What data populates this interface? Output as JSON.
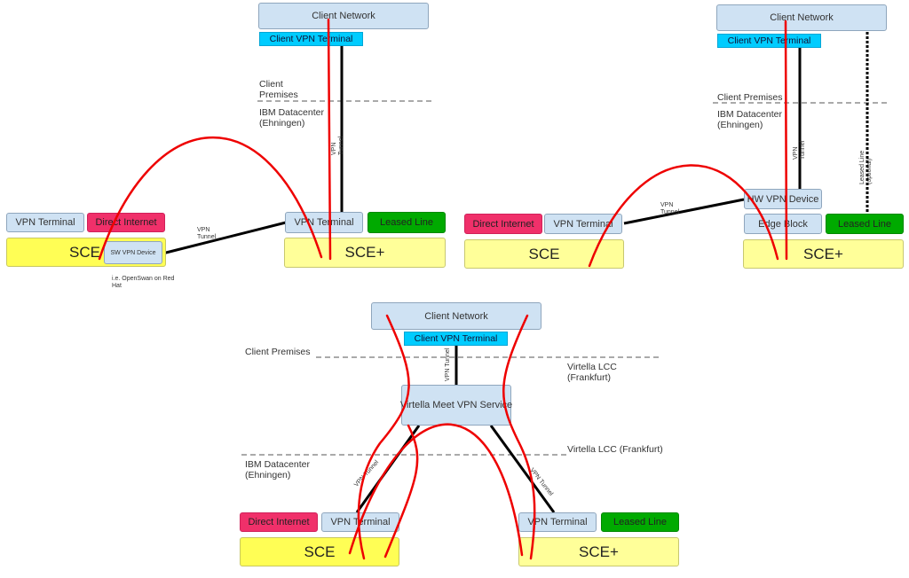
{
  "colors": {
    "blue": "#cfe2f3",
    "cyan": "#00ccff",
    "red": "#f0306a",
    "green": "#00aa00",
    "yellow": "#ffff99",
    "redline": "#ee0000"
  },
  "top_left": {
    "client_network": "Client Network",
    "client_vpn_terminal": "Client VPN Terminal",
    "client_premises": "Client\nPremises",
    "ibm_datacenter": "IBM Datacenter\n(Ehningen)",
    "vpn_terminal_left": "VPN Terminal",
    "direct_internet": "Direct Internet",
    "sce": "SCE",
    "sw_vpn_device": "SW VPN Device",
    "openswan_note": "i.e. OpenSwan on Red\nHat",
    "vpn_tunnel_label": "VPN\nTunnel",
    "vpn_tunnel_vertical": "VPN\nTunnel",
    "vpn_terminal_right": "VPN Terminal",
    "leased_line": "Leased Line",
    "sce_plus": "SCE+"
  },
  "top_right": {
    "client_network": "Client Network",
    "client_vpn_terminal": "Client VPN Terminal",
    "client_premises": "Client Premises",
    "ibm_datacenter": "IBM Datacenter\n(Ehningen)",
    "direct_internet": "Direct Internet",
    "vpn_terminal": "VPN Terminal",
    "sce": "SCE",
    "vpn_tunnel_label": "VPN\nTunnel",
    "vpn_tunnel_vertical": "VPN\nTunnel",
    "leased_line_vertical": "Leased Line\n(optional)",
    "hw_vpn_device": "HW VPN Device",
    "edge_block": "Edge Block",
    "leased_line": "Leased Line",
    "sce_plus": "SCE+"
  },
  "bottom": {
    "client_network": "Client Network",
    "client_vpn_terminal": "Client VPN Terminal",
    "client_premises": "Client Premises",
    "virtella_lcc_top": "Virtella LCC\n(Frankfurt)",
    "vpn_tunnel_vertical": "VPN Tunnel",
    "virtella_service": "Virtella Meet VPN Service",
    "virtella_lcc_bottom": "Virtella LCC (Frankfurt)",
    "ibm_datacenter": "IBM Datacenter\n(Ehningen)",
    "vpn_tunnel_left": "VPN Tunnel",
    "vpn_tunnel_right": "VPN Tunnel",
    "direct_internet": "Direct Internet",
    "vpn_terminal_left": "VPN Terminal",
    "sce": "SCE",
    "vpn_terminal_right": "VPN Terminal",
    "leased_line": "Leased Line",
    "sce_plus": "SCE+"
  }
}
